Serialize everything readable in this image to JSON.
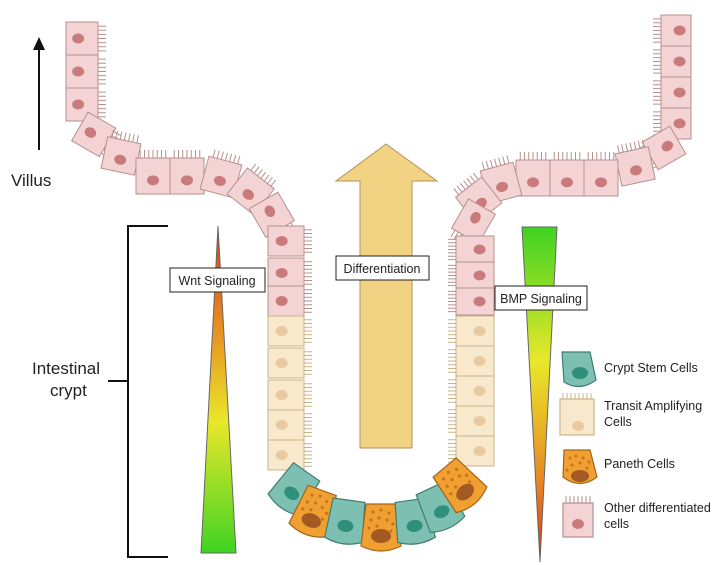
{
  "labels": {
    "villus": "Villus",
    "crypt_line1": "Intestinal",
    "crypt_line2": "crypt",
    "wnt": "Wnt Signaling",
    "bmp": "BMP Signaling",
    "differentiation": "Differentiation"
  },
  "legend": [
    {
      "key": "stem",
      "lines": [
        "Crypt Stem Cells"
      ]
    },
    {
      "key": "ta",
      "lines": [
        "Transit Amplifying",
        "Cells"
      ]
    },
    {
      "key": "paneth",
      "lines": [
        "Paneth Cells"
      ]
    },
    {
      "key": "diff",
      "lines": [
        "Other differentiated",
        "cells"
      ]
    }
  ],
  "colors": {
    "differentiated_fill": "#f3d3d3",
    "differentiated_stroke": "#b88f8f",
    "differentiated_nucleus": "#c97b7b",
    "ta_fill": "#f8e9cc",
    "ta_stroke": "#c9b48a",
    "ta_nucleus": "#e8c9a0",
    "stem_fill": "#7dbfb0",
    "stem_stroke": "#3f7d73",
    "stem_nucleus": "#2e8f7a",
    "paneth_fill": "#f0a030",
    "paneth_stroke": "#a5631a",
    "paneth_nucleus": "#a25a22",
    "arrow_fill": "#f2d384",
    "gradient_top": "#d7381a",
    "gradient_mid": "#e8e82a",
    "gradient_bottom": "#3fd322"
  }
}
